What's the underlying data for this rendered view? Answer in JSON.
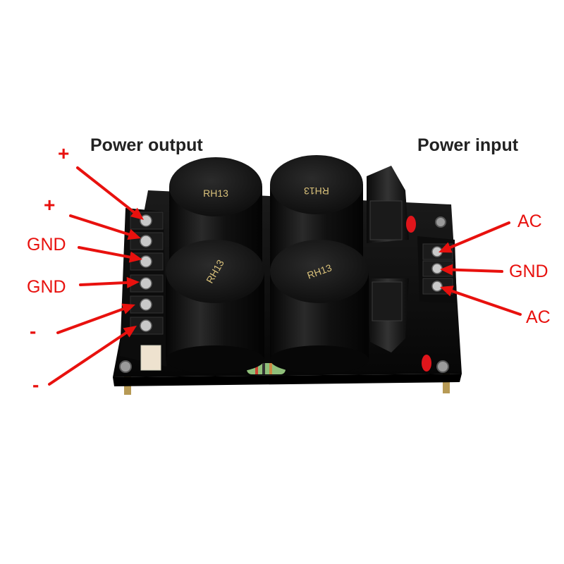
{
  "headings": {
    "power_output": "Power output",
    "power_input": "Power input"
  },
  "output_terminals": [
    {
      "label": "+"
    },
    {
      "label": "+"
    },
    {
      "label": "GND"
    },
    {
      "label": "GND"
    },
    {
      "label": "-"
    },
    {
      "label": "-"
    }
  ],
  "input_terminals": [
    {
      "label": "AC"
    },
    {
      "label": "GND"
    },
    {
      "label": "AC"
    }
  ],
  "capacitors": [
    {
      "marking": "RH13"
    },
    {
      "marking": "RH13"
    },
    {
      "marking": "RH13"
    },
    {
      "marking": "RH13"
    }
  ],
  "colors": {
    "label_red": "#e8110e",
    "heading": "#222222",
    "board": "#0d0d0d",
    "capacitor": "#151515",
    "capacitor_text": "#d8c07a"
  }
}
